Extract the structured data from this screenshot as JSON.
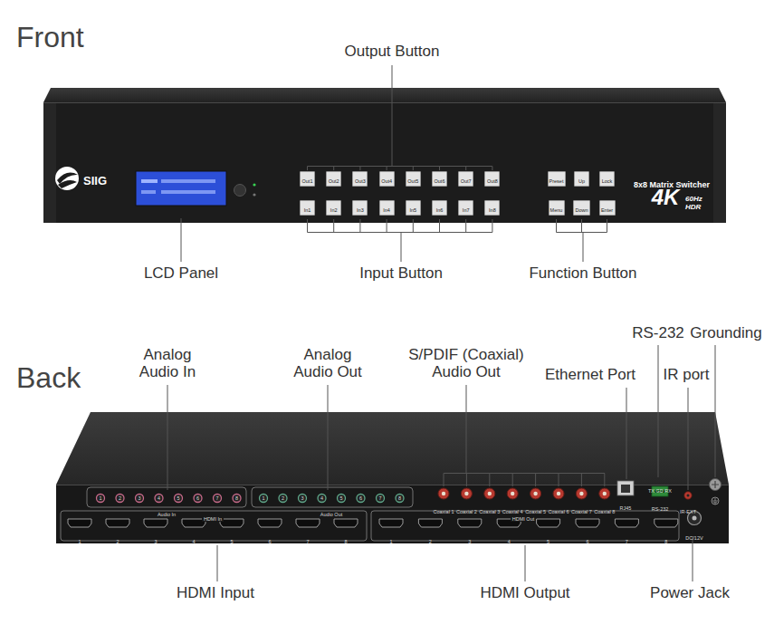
{
  "diagram": {
    "nodes": [
      {
        "text": [
          "Out1"
        ]
      },
      {
        "text": [
          "Out2"
        ]
      },
      {
        "text": [
          "Out3"
        ]
      },
      {
        "text": [
          "Out4"
        ]
      },
      {
        "text": [
          "Out5"
        ]
      },
      {
        "text": [
          "Out6"
        ]
      },
      {
        "text": [
          "Out7"
        ]
      },
      {
        "text": [
          "Out8"
        ]
      },
      {
        "text": [
          "In1"
        ]
      },
      {
        "text": [
          "In2"
        ]
      },
      {
        "text": [
          "In3"
        ]
      },
      {
        "text": [
          "In4"
        ]
      },
      {
        "text": [
          "In5"
        ]
      },
      {
        "text": [
          "In6"
        ]
      },
      {
        "text": [
          "In7"
        ]
      },
      {
        "text": [
          "In8"
        ]
      },
      {
        "text": [
          "Preset"
        ]
      },
      {
        "text": [
          "Up"
        ]
      },
      {
        "text": [
          "Lock"
        ]
      },
      {
        "text": [
          "Menu"
        ]
      },
      {
        "text": [
          "Down"
        ]
      },
      {
        "text": [
          "Enter"
        ]
      }
    ],
    "labels": [
      "Front",
      "Back",
      "Output Button",
      "LCD Panel",
      "Input Button",
      "Function Button",
      "Analog Audio In",
      "Analog Audio Out",
      "S/PDIF (Coaxial) Audio Out",
      "Ethernet Port",
      "RS-232",
      "Grounding",
      "IR port",
      "HDMI Input",
      "HDMI Output",
      "Power Jack",
      "SIIG",
      "8x8 Matrix Switcher",
      "4K",
      "60Hz",
      "HDR",
      "1",
      "2",
      "3",
      "4",
      "5",
      "6",
      "7",
      "8",
      "Audio In",
      "1",
      "2",
      "3",
      "4",
      "5",
      "6",
      "7",
      "8",
      "Audio Out",
      "Coaxial 1",
      "Coaxial 2",
      "Coaxial 3",
      "Coaxial 4",
      "Coaxial 5",
      "Coaxial 6",
      "Coaxial 7",
      "Coaxial 8",
      "RJ45",
      "TX GD RX",
      "RS-232",
      "IR-EXT",
      "HDMI In",
      "1",
      "2",
      "3",
      "4",
      "5",
      "6",
      "7",
      "8",
      "HDMI Out",
      "1",
      "2",
      "3",
      "4",
      "5",
      "6",
      "7",
      "8",
      "DC/12V"
    ]
  }
}
